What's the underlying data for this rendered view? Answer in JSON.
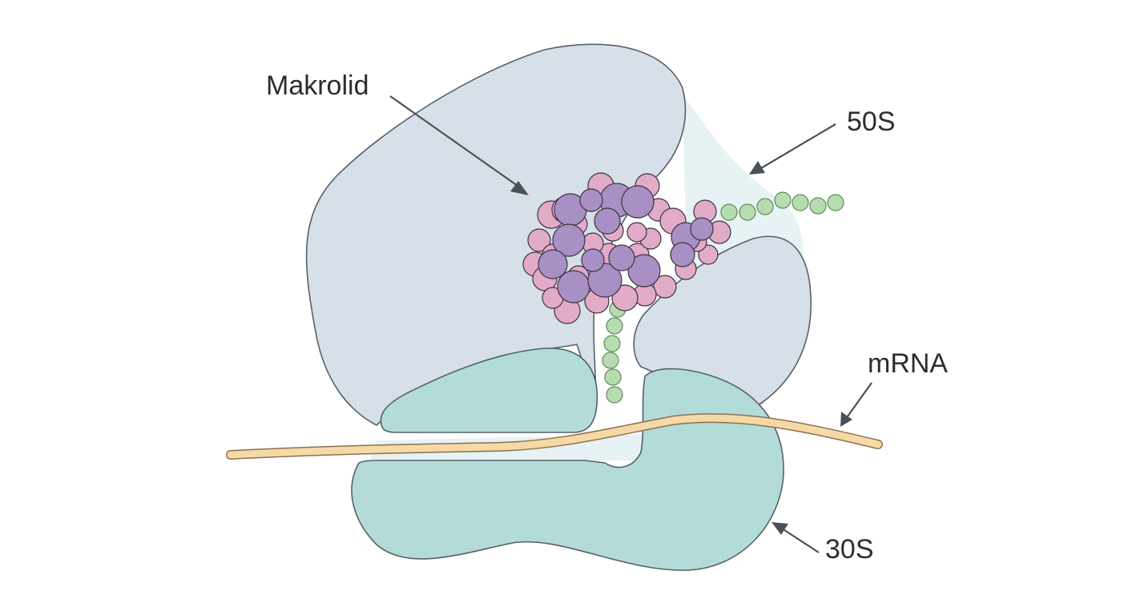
{
  "labels": {
    "macrolide": "Makrolid",
    "large_subunit": "50S",
    "mrna": "mRNA",
    "small_subunit": "30S"
  },
  "colors": {
    "large_subunit_fill": "#d7e0e8",
    "halo_fill": "#e6f2f3",
    "small_subunit_fill": "#b3dcd8",
    "mrna_fill": "#f6d9a6",
    "peptide_bead": "#b7dcb0",
    "drug_pink": "#e2abc8",
    "drug_purple": "#a990c4"
  }
}
